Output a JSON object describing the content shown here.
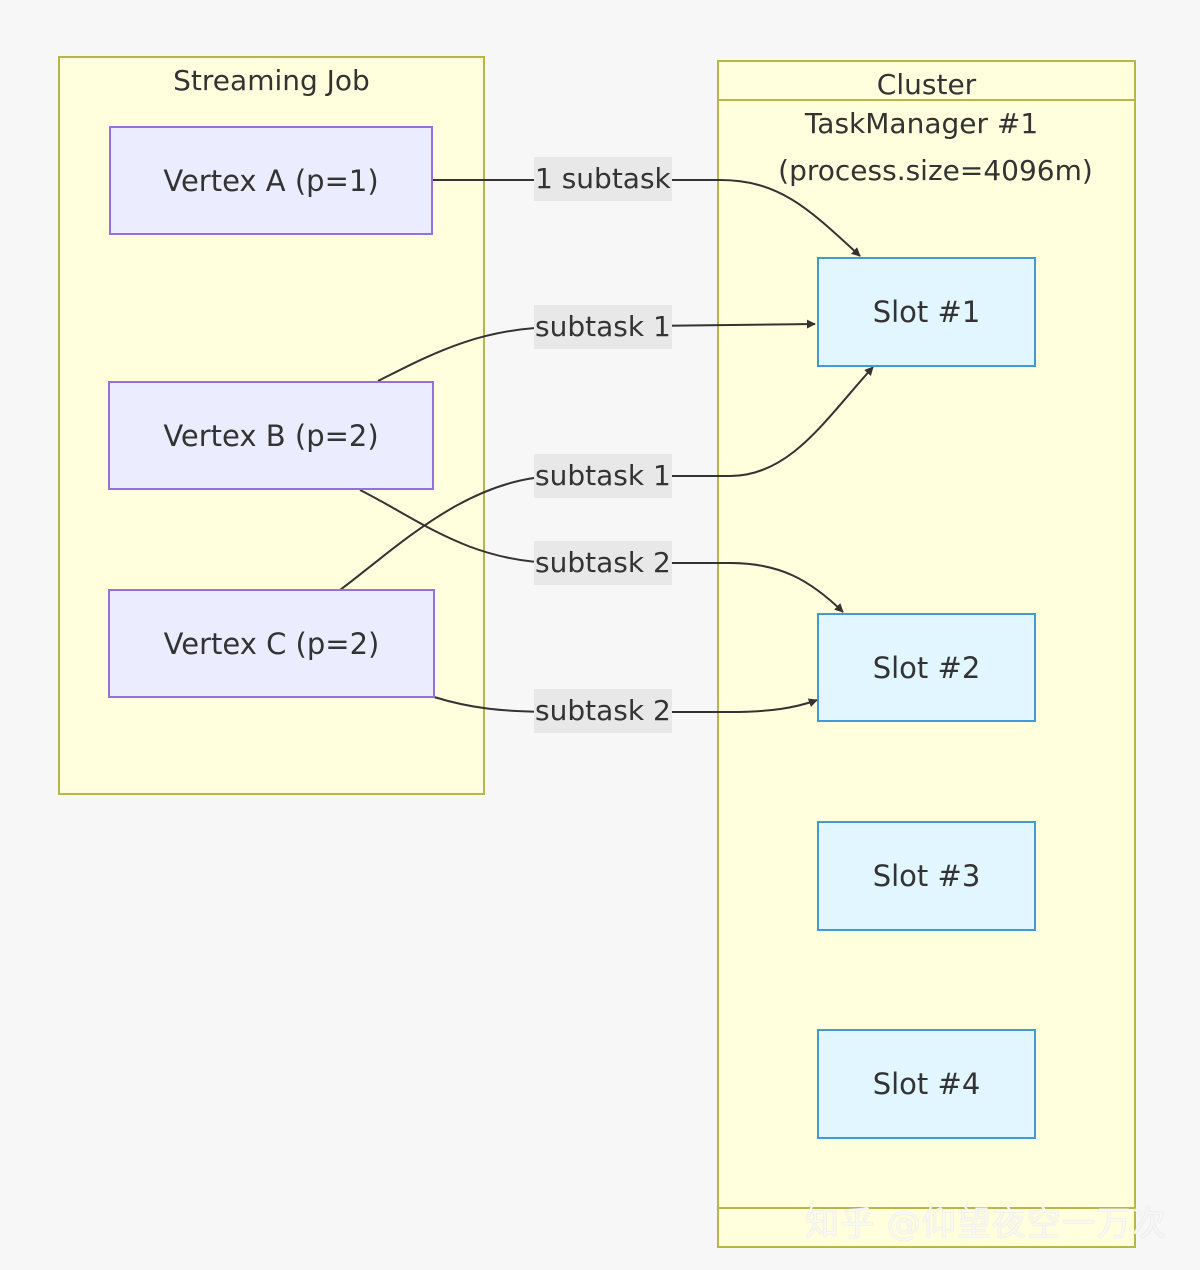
{
  "clusters": {
    "streaming_job": {
      "title": "Streaming Job"
    },
    "cluster": {
      "title": "Cluster"
    },
    "taskmanager": {
      "title_line1": "TaskManager #1",
      "title_line2": "(process.size=4096m)"
    }
  },
  "nodes": {
    "vertex_a": "Vertex A (p=1)",
    "vertex_b": "Vertex B (p=2)",
    "vertex_c": "Vertex C (p=2)",
    "slot_1": "Slot #1",
    "slot_2": "Slot #2",
    "slot_3": "Slot #3",
    "slot_4": "Slot #4"
  },
  "edges": [
    {
      "from": "Vertex A (p=1)",
      "to": "Slot #1",
      "label": "1 subtask"
    },
    {
      "from": "Vertex B (p=2)",
      "to": "Slot #1",
      "label": "subtask 1"
    },
    {
      "from": "Vertex C (p=2)",
      "to": "Slot #1",
      "label": "subtask 1"
    },
    {
      "from": "Vertex B (p=2)",
      "to": "Slot #2",
      "label": "subtask 2"
    },
    {
      "from": "Vertex C (p=2)",
      "to": "Slot #2",
      "label": "subtask 2"
    }
  ],
  "colors": {
    "cluster_fill": "#ffffde",
    "cluster_border": "#b6b649",
    "vertex_fill": "#ececff",
    "vertex_border": "#9370db",
    "slot_fill": "#e2f6ff",
    "slot_border": "#3f9ad6",
    "edge": "#333333",
    "label_bg": "#e8e8e8"
  },
  "watermark": "知乎 @仰望夜空一万次"
}
